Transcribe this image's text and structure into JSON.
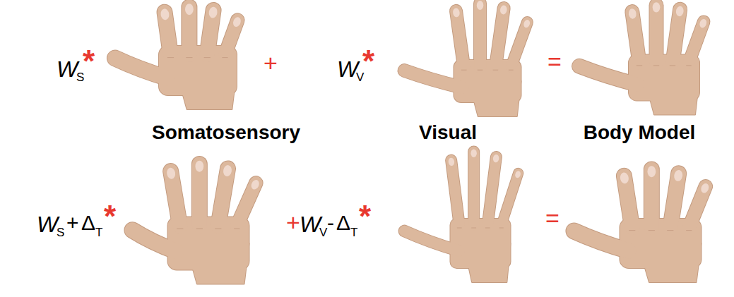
{
  "diagram": {
    "labels": [
      "W",
      "S",
      "*",
      "+",
      "W",
      "V",
      "*",
      "=",
      "Somatosensory",
      "Visual",
      "Body Model",
      "W",
      "S",
      "+",
      "Δ",
      "T",
      "*",
      "+",
      "W",
      "V",
      "-",
      "Δ",
      "T",
      "*",
      "="
    ]
  }
}
